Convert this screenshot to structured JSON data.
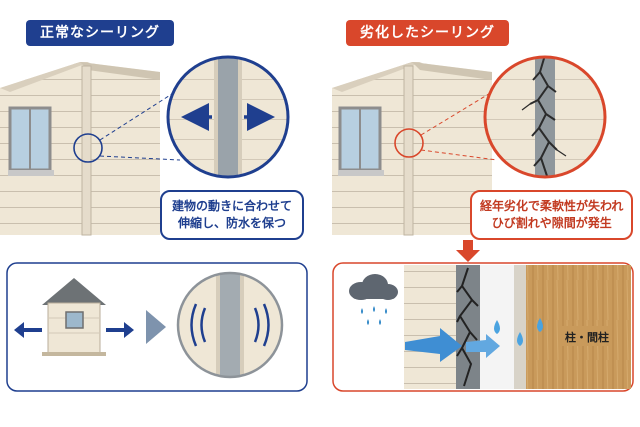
{
  "left": {
    "title": "正常なシーリング",
    "callout_line1": "建物の動きに合わせて",
    "callout_line2": "伸縮し、防水を保つ"
  },
  "right": {
    "title": "劣化したシーリング",
    "callout_line1": "経年劣化で柔軟性が失われ",
    "callout_line2": "ひび割れや隙間が発生"
  },
  "bottom_right": {
    "pillar_label": "柱・間柱"
  },
  "colors": {
    "normal": "#1f3f8f",
    "degraded": "#d9472b",
    "wall": "#efe6d3",
    "sealant": "#9aa3aa"
  }
}
